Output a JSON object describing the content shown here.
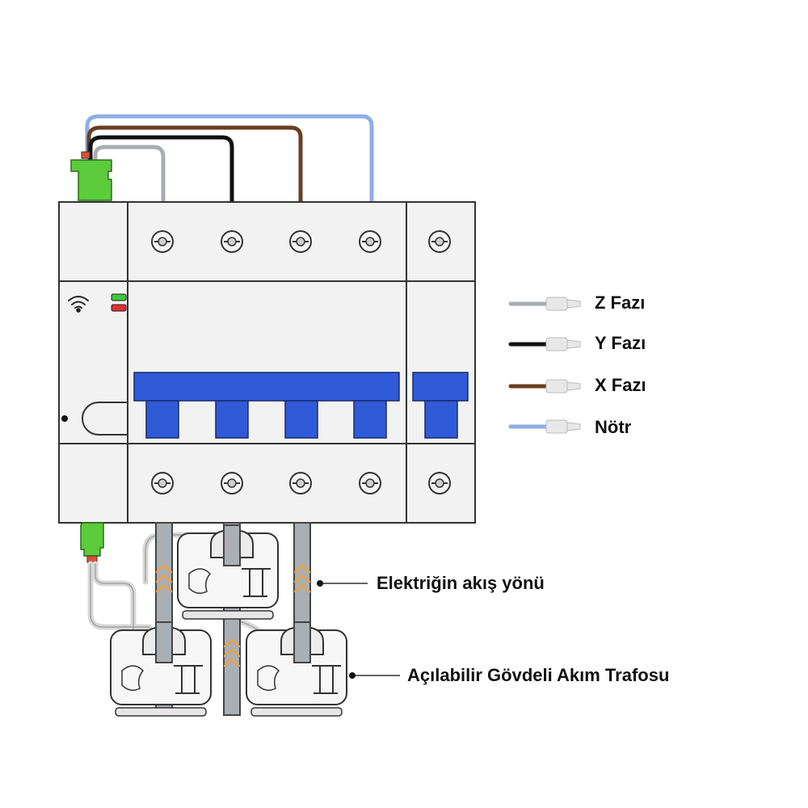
{
  "colors": {
    "z_phase": "#a7acb0",
    "y_phase": "#111111",
    "x_phase": "#6b3e22",
    "neutral": "#8eaee6",
    "breaker_blue": "#2f5bd8",
    "module_green": "#5ccb3c",
    "arrow_orange": "#f0a040"
  },
  "legend": {
    "items": [
      {
        "label": "Z Fazı",
        "color": "#a7acb0"
      },
      {
        "label": "Y Fazı",
        "color": "#111111"
      },
      {
        "label": "X Fazı",
        "color": "#6b3e22"
      },
      {
        "label": "Nötr",
        "color": "#8eaee6"
      }
    ]
  },
  "callouts": {
    "flow_direction": "Elektriğin akış yönü",
    "split_core_ct": "Açılabilir Gövdeli Akım Trafosu"
  },
  "device": {
    "wifi_icon": "wifi-icon",
    "status_leds": [
      "#3cc93c",
      "#e03030"
    ]
  }
}
